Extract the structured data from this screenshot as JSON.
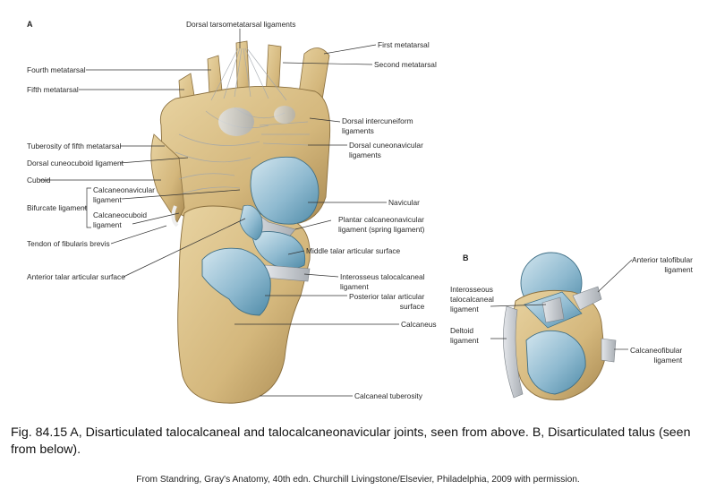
{
  "panel_a": {
    "letter": "A",
    "labels": {
      "dorsal_tarsometatarsal": "Dorsal tarsometatarsal ligaments",
      "first_metatarsal": "First metatarsal",
      "second_metatarsal": "Second metatarsal",
      "fourth_metatarsal": "Fourth metatarsal",
      "fifth_metatarsal": "Fifth metatarsal",
      "dorsal_intercuneiform": "Dorsal intercuneiform\nligaments",
      "dorsal_cuneonavicular": "Dorsal cuneonavicular\nligaments",
      "tuberosity_fifth": "Tuberosity of fifth metatarsal",
      "dorsal_cuneocuboid": "Dorsal cuneocuboid ligament",
      "cuboid": "Cuboid",
      "bifurcate": "Bifurcate ligament",
      "calcaneonavicular": "Calcaneonavicular\nligament",
      "calcaneocuboid": "Calcaneocuboid\nligament",
      "navicular": "Navicular",
      "plantar_calcaneonavicular": "Plantar calcaneonavicular\nligament (spring ligament)",
      "tendon_fibularis": "Tendon of fibularis brevis",
      "middle_talar": "Middle talar articular surface",
      "anterior_talar": "Anterior talar articular surface",
      "interosseus_a": "Interosseus talocalcaneal\nligament",
      "posterior_talar": "Posterior talar articular\nsurface",
      "calcaneus": "Calcaneus",
      "calcaneal_tuberosity": "Calcaneal tuberosity"
    }
  },
  "panel_b": {
    "letter": "B",
    "labels": {
      "anterior_talofibular": "Anterior talofibular\nligament",
      "interosseous_b": "Interosseous\ntalocalcaneal\nligament",
      "deltoid": "Deltoid\nligament",
      "calcaneofibular": "Calcaneofibular\nligament"
    }
  },
  "caption": "Fig. 84.15 A, Disarticulated talocalcaneal and talocalcaneonavicular joints, seen from above. B, Disarticulated talus (seen from below).",
  "credit": "From Standring, Gray's Anatomy, 40th edn. Churchill Livingstone/Elsevier, Philadelphia, 2009 with permission.",
  "colors": {
    "bone": "#d9c08a",
    "bone_dark": "#b89a5e",
    "cartilage": "#8fb9cc",
    "ligament": "#c8ccd0",
    "leader": "#333333"
  }
}
